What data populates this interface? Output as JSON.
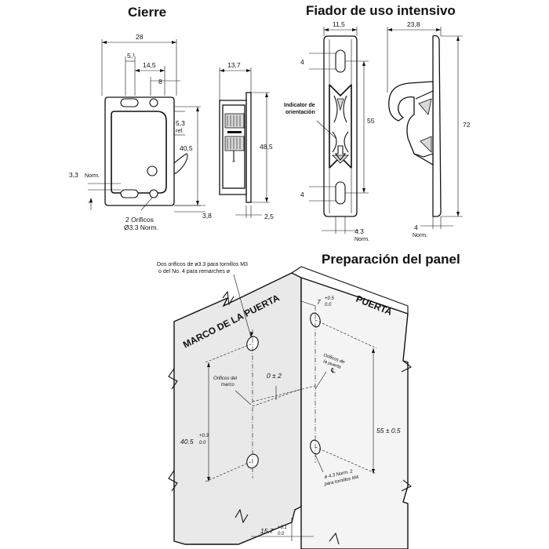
{
  "titles": {
    "cierre": "Cierre",
    "fiador": "Fiador de uso intensivo",
    "panel": "Preparación del panel"
  },
  "cierre": {
    "d_28": "28",
    "d_5": "5,¹",
    "d_14_5": "14,5",
    "d_8": "8",
    "d_13_7": "13,7",
    "d_5_3": "5,3",
    "d_ref": "ref.",
    "d_40_5": "40,5",
    "d_48_5": "48,5",
    "d_3_3": "3,3",
    "d_norm": "Norm.",
    "d_3_8": "3,8",
    "d_2_5": "2,5",
    "holes_line1": "2 Orificos",
    "holes_line2": "Ø3.3 Norm."
  },
  "fiador": {
    "d_11_5": "11,5",
    "d_23_8": "23,8",
    "d_4_top": "4",
    "d_55": "55",
    "d_72": "72",
    "d_4_bottom": "4",
    "d_4_3": "4.3",
    "d_norm": "Norm.",
    "d_4_right": "4",
    "d_norm_right": "Norm.",
    "indicator_line1": "Indicator de",
    "indicator_line2": "orientación"
  },
  "panel": {
    "frame_label": "MARCO DE LA PUERTA",
    "door_label": "PUERTA",
    "note_top_line1": "Dos orificos de ø3.3 para tornillos M3",
    "note_top_line2": "o del No. 4 para remarches ø",
    "frame_holes_line1": "Orificos del",
    "frame_holes_line2": "marco",
    "door_holes_line1": "Orificos de",
    "door_holes_line2": "la puerta",
    "door_holes_line3": "℄",
    "d_0_2": "0 ± 2",
    "d_7": "7",
    "d_7_tol_top": "+0.5",
    "d_7_tol_bottom": "0.0",
    "d_55": "55 ± 0.5",
    "d_40_5": "40.5",
    "d_40_5_tol_top": "+0.3",
    "d_40_5_tol_bottom": "0.0",
    "note_bottom_line1": "ø 4.3 Norm. 2",
    "note_bottom_line2": "para tornillos M4",
    "d_15_7": "15.7",
    "d_15_7_tol_top": "+0.1",
    "d_15_7_tol_bottom": "0.0"
  }
}
